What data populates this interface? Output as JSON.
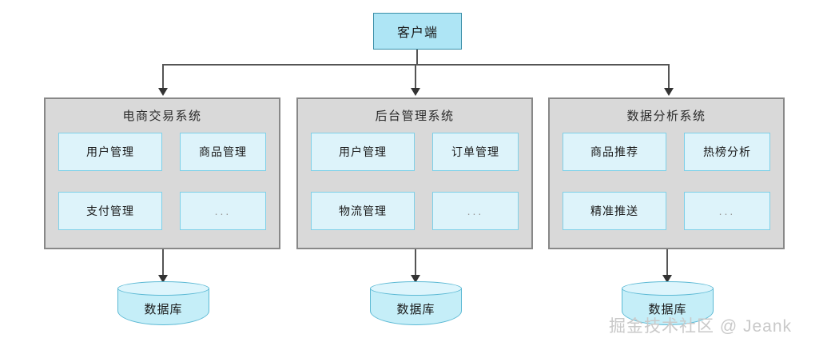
{
  "diagram": {
    "background_color": "#ffffff",
    "client": {
      "label": "客户端",
      "fill": "#aee5f5",
      "border": "#3a8fa8"
    },
    "systems": [
      {
        "title": "电商交易系统",
        "modules": [
          "用户管理",
          "商品管理",
          "支付管理",
          "..."
        ],
        "database": "数据库"
      },
      {
        "title": "后台管理系统",
        "modules": [
          "用户管理",
          "订单管理",
          "物流管理",
          "..."
        ],
        "database": "数据库"
      },
      {
        "title": "数据分析系统",
        "modules": [
          "商品推荐",
          "热榜分析",
          "精准推送",
          "..."
        ],
        "database": "数据库"
      }
    ],
    "colors": {
      "container_fill": "#d9d9d9",
      "container_border": "#888888",
      "module_fill": "#ddf3fa",
      "module_border": "#7fd0e8",
      "db_fill": "#c5eef8",
      "db_border": "#5cb9d4",
      "connector": "#555555"
    },
    "watermark": "掘金技术社区 @ Jeank"
  }
}
